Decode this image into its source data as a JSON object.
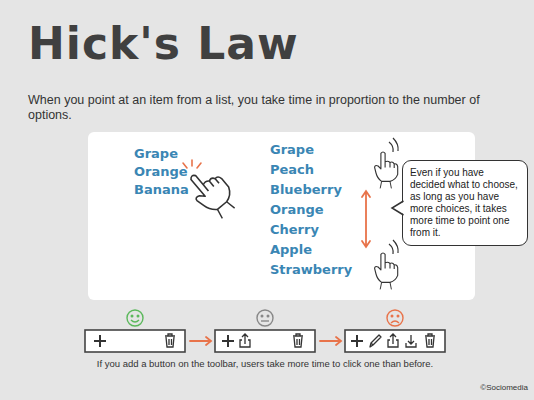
{
  "diagram": {
    "title": "Hick's Law",
    "caption": "When you point at an item from a list, you take time in proportion to the number of options.",
    "nodes": [
      {
        "text": [
          "Even if you have decided what to choose, as long as you have more choices, it takes more time to point one from it."
        ]
      }
    ],
    "labels": [
      "Grape",
      "Orange",
      "Banana",
      "Grape",
      "Peach",
      "Blueberry",
      "Orange",
      "Cherry",
      "Apple",
      "Strawberry",
      "If you add a button on the toolbar, users take more time to click one than before.",
      "©Sociomedia"
    ]
  }
}
